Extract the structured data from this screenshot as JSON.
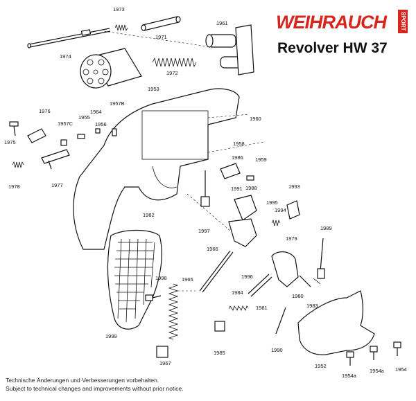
{
  "brand": {
    "name": "WEIHRAUCH",
    "tag": "SPORT",
    "color": "#d7261e"
  },
  "model_title": "Revolver HW 37",
  "footer": {
    "line_de": "Technische Änderungen und Verbesserungen vorbehalten.",
    "line_en": "Subject to technical changes and improvements without prior notice."
  },
  "parts": [
    "1973",
    "1971",
    "1961",
    "1974",
    "1972",
    "1964",
    "1953",
    "1957B",
    "1976",
    "1957C",
    "1955",
    "1956",
    "1960",
    "1975",
    "1958",
    "1959",
    "1978",
    "1977",
    "1986",
    "1988",
    "1991",
    "1993",
    "1982",
    "1995",
    "1994",
    "1997",
    "1989",
    "1979",
    "1966",
    "1996",
    "1998",
    "1965",
    "1984",
    "1980",
    "1981",
    "1983",
    "1999",
    "1990",
    "1985",
    "1967",
    "1952",
    "1954",
    "1954a",
    "1954a"
  ]
}
